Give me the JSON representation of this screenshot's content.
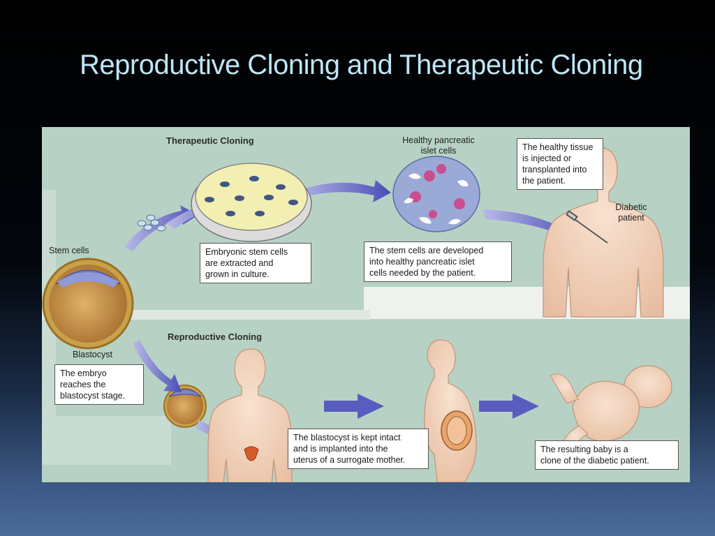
{
  "slide": {
    "title": "Reproductive Cloning and Therapeutic Cloning"
  },
  "therapeutic": {
    "heading": "Therapeutic Cloning",
    "healthy_cells_label": "Healthy pancreatic\nislet cells",
    "step_tissue": "The healthy tissue\nis injected or\ntransplanted into\nthe patient.",
    "diabetic_label": "Diabetic\npatient",
    "stem_cells_label": "Stem cells",
    "step_extracted": "Embryonic stem cells\nare extracted and\ngrown in culture.",
    "step_developed": "The stem cells are developed\ninto healthy pancreatic islet\ncells needed by the patient."
  },
  "reproductive": {
    "heading": "Reproductive Cloning",
    "blastocyst_label": "Blastocyst",
    "step_embryo": "The embryo\nreaches the\nblastocyst stage.",
    "step_implanted": "The blastocyst is kept intact\nand is implanted into the\nuterus of a surrogate mother.",
    "step_baby": "The resulting baby is a\nclone of the diabetic patient."
  },
  "colors": {
    "panel_green": "#b7d2c4",
    "arrow_blue": "#5a5cc0",
    "skin": "#f3d6c0",
    "title_text": "#bde6f7"
  }
}
